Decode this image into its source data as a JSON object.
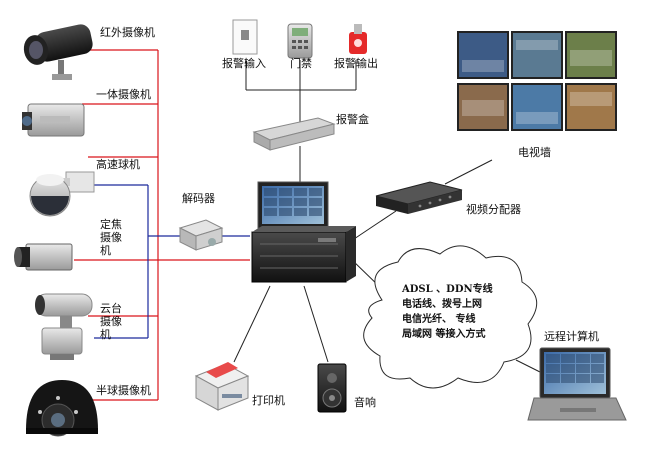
{
  "cameras": {
    "infrared": "红外摄像机",
    "integrated": "一体摄像机",
    "speed_dome": "高速球机",
    "fixed_focus": "定焦摄像机",
    "ptz": "云台摄像机",
    "half_dome": "半球摄像机"
  },
  "devices": {
    "decoder": "解码器",
    "alarm_box": "报警盒",
    "alarm_input": "报警输入",
    "door_access": "门禁",
    "alarm_output": "报警输出",
    "video_wall": "电视墙",
    "video_splitter": "视频分配器",
    "printer": "打印机",
    "speaker": "音响",
    "remote_computer": "远程计算机"
  },
  "network_cloud": {
    "lines": [
      "ADSL 、DDN专线",
      "电话线、拨号上网",
      "电信光纤、 专线",
      "局域网 等接入方式"
    ]
  },
  "colors": {
    "video_line": "#d9141b",
    "control_line": "#1c2a9c",
    "connector_line": "#222222"
  }
}
